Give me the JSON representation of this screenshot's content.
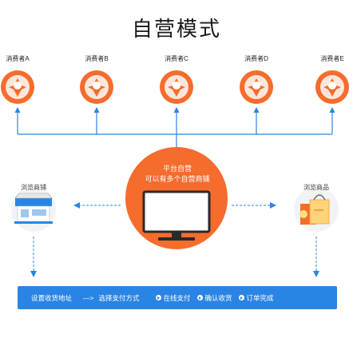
{
  "title": "自营模式",
  "consumers": [
    "消费者A",
    "消费者B",
    "消费者C",
    "消费者D",
    "消费者E"
  ],
  "center": {
    "line1": "平台自营",
    "line2": "可以有多个自营商铺"
  },
  "left_label": "浏览商铺",
  "right_label": "浏览商品",
  "steps": {
    "s1": "设置收货地址",
    "arrow": "—>",
    "s2": "选择支付方式",
    "s3": "在线支付",
    "s4": "确认收货",
    "s5": "订单完成"
  },
  "colors": {
    "accent": "#f56c2c",
    "blue": "#2a84e4",
    "line": "#2a84e4"
  }
}
